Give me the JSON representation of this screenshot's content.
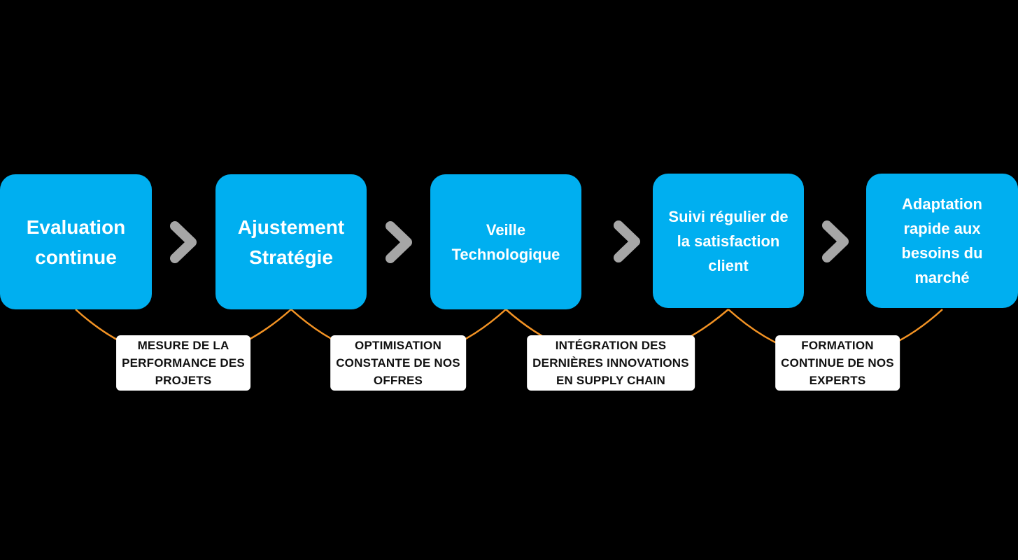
{
  "colors": {
    "background": "#000000",
    "box": "#00aff0",
    "chevron": "#a6a6a6",
    "connector": "#f39324",
    "note_bg": "#ffffff"
  },
  "steps": [
    {
      "label": "Evaluation\ncontinue"
    },
    {
      "label": "Ajustement\nStratégie"
    },
    {
      "label": "Veille\nTechnologique"
    },
    {
      "label": "Suivi régulier de\nla satisfaction\nclient"
    },
    {
      "label": "Adaptation\nrapide aux\nbesoins du\nmarché"
    }
  ],
  "notes": [
    {
      "text": "MESURE DE LA\nPERFORMANCE DES\nPROJETS"
    },
    {
      "text": "OPTIMISATION\nCONSTANTE DE NOS\nOFFRES"
    },
    {
      "text": "INTÉGRATION DES\nDERNIÈRES INNOVATIONS\nEN SUPPLY CHAIN"
    },
    {
      "text": "FORMATION\nCONTINUE DE NOS\nEXPERTS"
    }
  ],
  "icons": {
    "arrow": "chevron-right-icon"
  }
}
